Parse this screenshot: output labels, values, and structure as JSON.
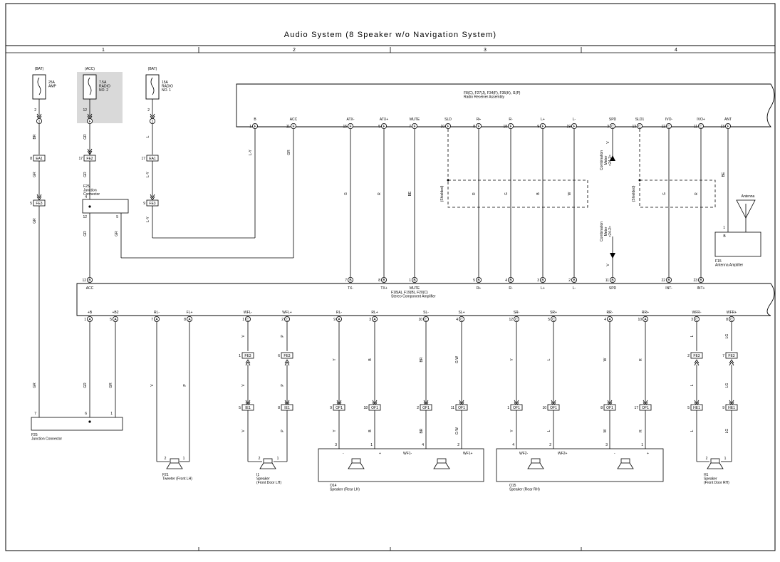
{
  "diagram": {
    "title": "Audio System (8 Speaker w/o Navigation System)",
    "columns": [
      "1",
      "2",
      "3",
      "4"
    ],
    "fuses": [
      {
        "source": "(BAT)",
        "label": "25A\nAMP",
        "pin": "2",
        "conn": "1"
      },
      {
        "source": "(ACC)",
        "label": "7.5A\nRADIO\nNO. 2",
        "pin": "12",
        "conn": "F"
      },
      {
        "source": "(BAT)",
        "label": "15A\nRADIO\nNO. 1",
        "pin": "2",
        "conn": "1"
      }
    ],
    "radio": {
      "name": "F8(C), F27(J), F34(F), F35(K), I1(P)\nRadio Receiver Assembly",
      "terminals": [
        {
          "name": "B",
          "pin": "1",
          "conn": "F",
          "wire": "L-Y"
        },
        {
          "name": "ACC",
          "pin": "11",
          "conn": "F",
          "wire": "GR"
        },
        {
          "name": "ATX-",
          "pin": "15",
          "conn": "F",
          "wire": "G"
        },
        {
          "name": "ATX+",
          "pin": "5",
          "conn": "F",
          "wire": "R"
        },
        {
          "name": "MUTE",
          "pin": "7",
          "conn": "F",
          "wire": "BE"
        },
        {
          "name": "SLD",
          "pin": "10",
          "conn": "F",
          "wire": ""
        },
        {
          "name": "R+",
          "pin": "8",
          "conn": "F",
          "wire": "R"
        },
        {
          "name": "R-",
          "pin": "18",
          "conn": "F",
          "wire": "G"
        },
        {
          "name": "L+",
          "pin": "9",
          "conn": "F",
          "wire": "B"
        },
        {
          "name": "L-",
          "pin": "19",
          "conn": "F",
          "wire": "W"
        },
        {
          "name": "SPD",
          "pin": "3",
          "conn": "C",
          "wire": "V"
        },
        {
          "name": "SLD1",
          "pin": "13",
          "conn": "C",
          "wire": ""
        },
        {
          "name": "IVO-",
          "pin": "12",
          "conn": "C",
          "wire": "G"
        },
        {
          "name": "IVO+",
          "pin": "11",
          "conn": "C",
          "wire": "R"
        },
        {
          "name": "ANT",
          "pin": "13",
          "conn": "F",
          "wire": "BE"
        }
      ]
    },
    "amp": {
      "name": "F18(A), F19(B), F20(C)\nStereo Component Amplifier",
      "top_terminals": [
        {
          "name": "ACC",
          "pin": "12",
          "conn": "B"
        },
        {
          "name": "TX-",
          "pin": "7",
          "conn": "B"
        },
        {
          "name": "TX+",
          "pin": "8",
          "conn": "B"
        },
        {
          "name": "MUTE",
          "pin": "1",
          "conn": "B"
        },
        {
          "name": "R+",
          "pin": "5",
          "conn": "B"
        },
        {
          "name": "R-",
          "pin": "4",
          "conn": "B"
        },
        {
          "name": "L+",
          "pin": "3",
          "conn": "B"
        },
        {
          "name": "L-",
          "pin": "2",
          "conn": "B"
        },
        {
          "name": "SPD",
          "pin": "11",
          "conn": "B"
        },
        {
          "name": "INT-",
          "pin": "22",
          "conn": "B"
        },
        {
          "name": "INT+",
          "pin": "23",
          "conn": "B"
        }
      ],
      "bottom_terminals": [
        {
          "name": "+B",
          "pin": "1",
          "conn": "A",
          "wire": "GR"
        },
        {
          "name": "+B2",
          "pin": "5",
          "conn": "A",
          "wire": "GR"
        },
        {
          "name": "RL-",
          "pin": "7",
          "conn": "A",
          "wire": "V"
        },
        {
          "name": "FL+",
          "pin": "8",
          "conn": "A",
          "wire": "P"
        },
        {
          "name": "WFL-",
          "pin": "1",
          "conn": "C",
          "wire": "V"
        },
        {
          "name": "WFL+",
          "pin": "2",
          "conn": "C",
          "wire": "P"
        },
        {
          "name": "RL-",
          "pin": "9",
          "conn": "A",
          "wire": "Y"
        },
        {
          "name": "RL+",
          "pin": "3",
          "conn": "A",
          "wire": "B"
        },
        {
          "name": "SL-",
          "pin": "10",
          "conn": "C",
          "wire": "BR"
        },
        {
          "name": "SL+",
          "pin": "4",
          "conn": "C",
          "wire": "G-W"
        },
        {
          "name": "SR-",
          "pin": "12",
          "conn": "C",
          "wire": "Y"
        },
        {
          "name": "SR+",
          "pin": "5",
          "conn": "C",
          "wire": "L"
        },
        {
          "name": "RR-",
          "pin": "4",
          "conn": "A",
          "wire": "W"
        },
        {
          "name": "RR+",
          "pin": "10",
          "conn": "A",
          "wire": "R"
        },
        {
          "name": "WFR-",
          "pin": "3",
          "conn": "C",
          "wire": "L"
        },
        {
          "name": "WFR+",
          "pin": "8",
          "conn": "C",
          "wire": "LG"
        }
      ]
    },
    "junction_top": {
      "name": "F25\nJunction\nConnector",
      "pins": [
        "4",
        "12",
        "5"
      ]
    },
    "junction_bottom": {
      "name": "F25\nJunction Connector",
      "pins": [
        "7",
        "6",
        "1"
      ]
    },
    "antenna": {
      "name": "F15\nAntenna Amplifier",
      "label": "Antenna",
      "pin": "1",
      "terminal": "B"
    },
    "combination_meter": "Combination\nMeter\n<24-2>",
    "shielded": "(Shielded)",
    "connectors_top": [
      {
        "pin": "8",
        "id": "EA1",
        "wire_above": "BR",
        "wire_below": "GR"
      },
      {
        "pin": "17",
        "id": "FE2",
        "wire_above": "GR",
        "wire_below": "GR"
      },
      {
        "pin": "17",
        "id": "EA1",
        "wire_above": "L",
        "wire_below": "L-Y"
      },
      {
        "pin": "5",
        "id": "FE3",
        "wire_above": "",
        "wire_below": "GR"
      },
      {
        "pin": "9",
        "id": "FE3",
        "wire_above": "",
        "wire_below": "L-Y"
      }
    ],
    "connectors_mid": [
      {
        "pin": "1",
        "id": "FE3"
      },
      {
        "pin": "6",
        "id": "FE3"
      },
      {
        "pin": "5",
        "id": "IE1"
      },
      {
        "pin": "8",
        "id": "IE1"
      },
      {
        "pin": "9",
        "id": "OF1"
      },
      {
        "pin": "18",
        "id": "OF1"
      },
      {
        "pin": "2",
        "id": "OF1"
      },
      {
        "pin": "11",
        "id": "OF1"
      },
      {
        "pin": "1",
        "id": "OF1"
      },
      {
        "pin": "10",
        "id": "OF1"
      },
      {
        "pin": "8",
        "id": "OF1"
      },
      {
        "pin": "17",
        "id": "OF1"
      },
      {
        "pin": "2",
        "id": "FE3"
      },
      {
        "pin": "7",
        "id": "FE3"
      },
      {
        "pin": "5",
        "id": "HE1"
      },
      {
        "pin": "9",
        "id": "HE1"
      }
    ],
    "speakers": [
      {
        "name": "F21\nTweeter (Front LH)",
        "pins": [
          "2",
          "1"
        ]
      },
      {
        "name": "I1\nSpeaker\n(Front Door LH)",
        "pins": [
          "2",
          "1"
        ]
      },
      {
        "name": "O14\nSpeaker (Rear LH)",
        "pins": [
          "3",
          "1",
          "4",
          "2"
        ],
        "marks": [
          "-",
          "+",
          "WF1-",
          "WF1+"
        ]
      },
      {
        "name": "O15\nSpeaker (Rear RH)",
        "pins": [
          "4",
          "2",
          "3",
          "1"
        ],
        "marks": [
          "WF2-",
          "WF2+",
          "-",
          "+"
        ]
      },
      {
        "name": "H1\nSpeaker\n(Front Door RH)",
        "pins": [
          "2",
          "1"
        ]
      }
    ]
  }
}
